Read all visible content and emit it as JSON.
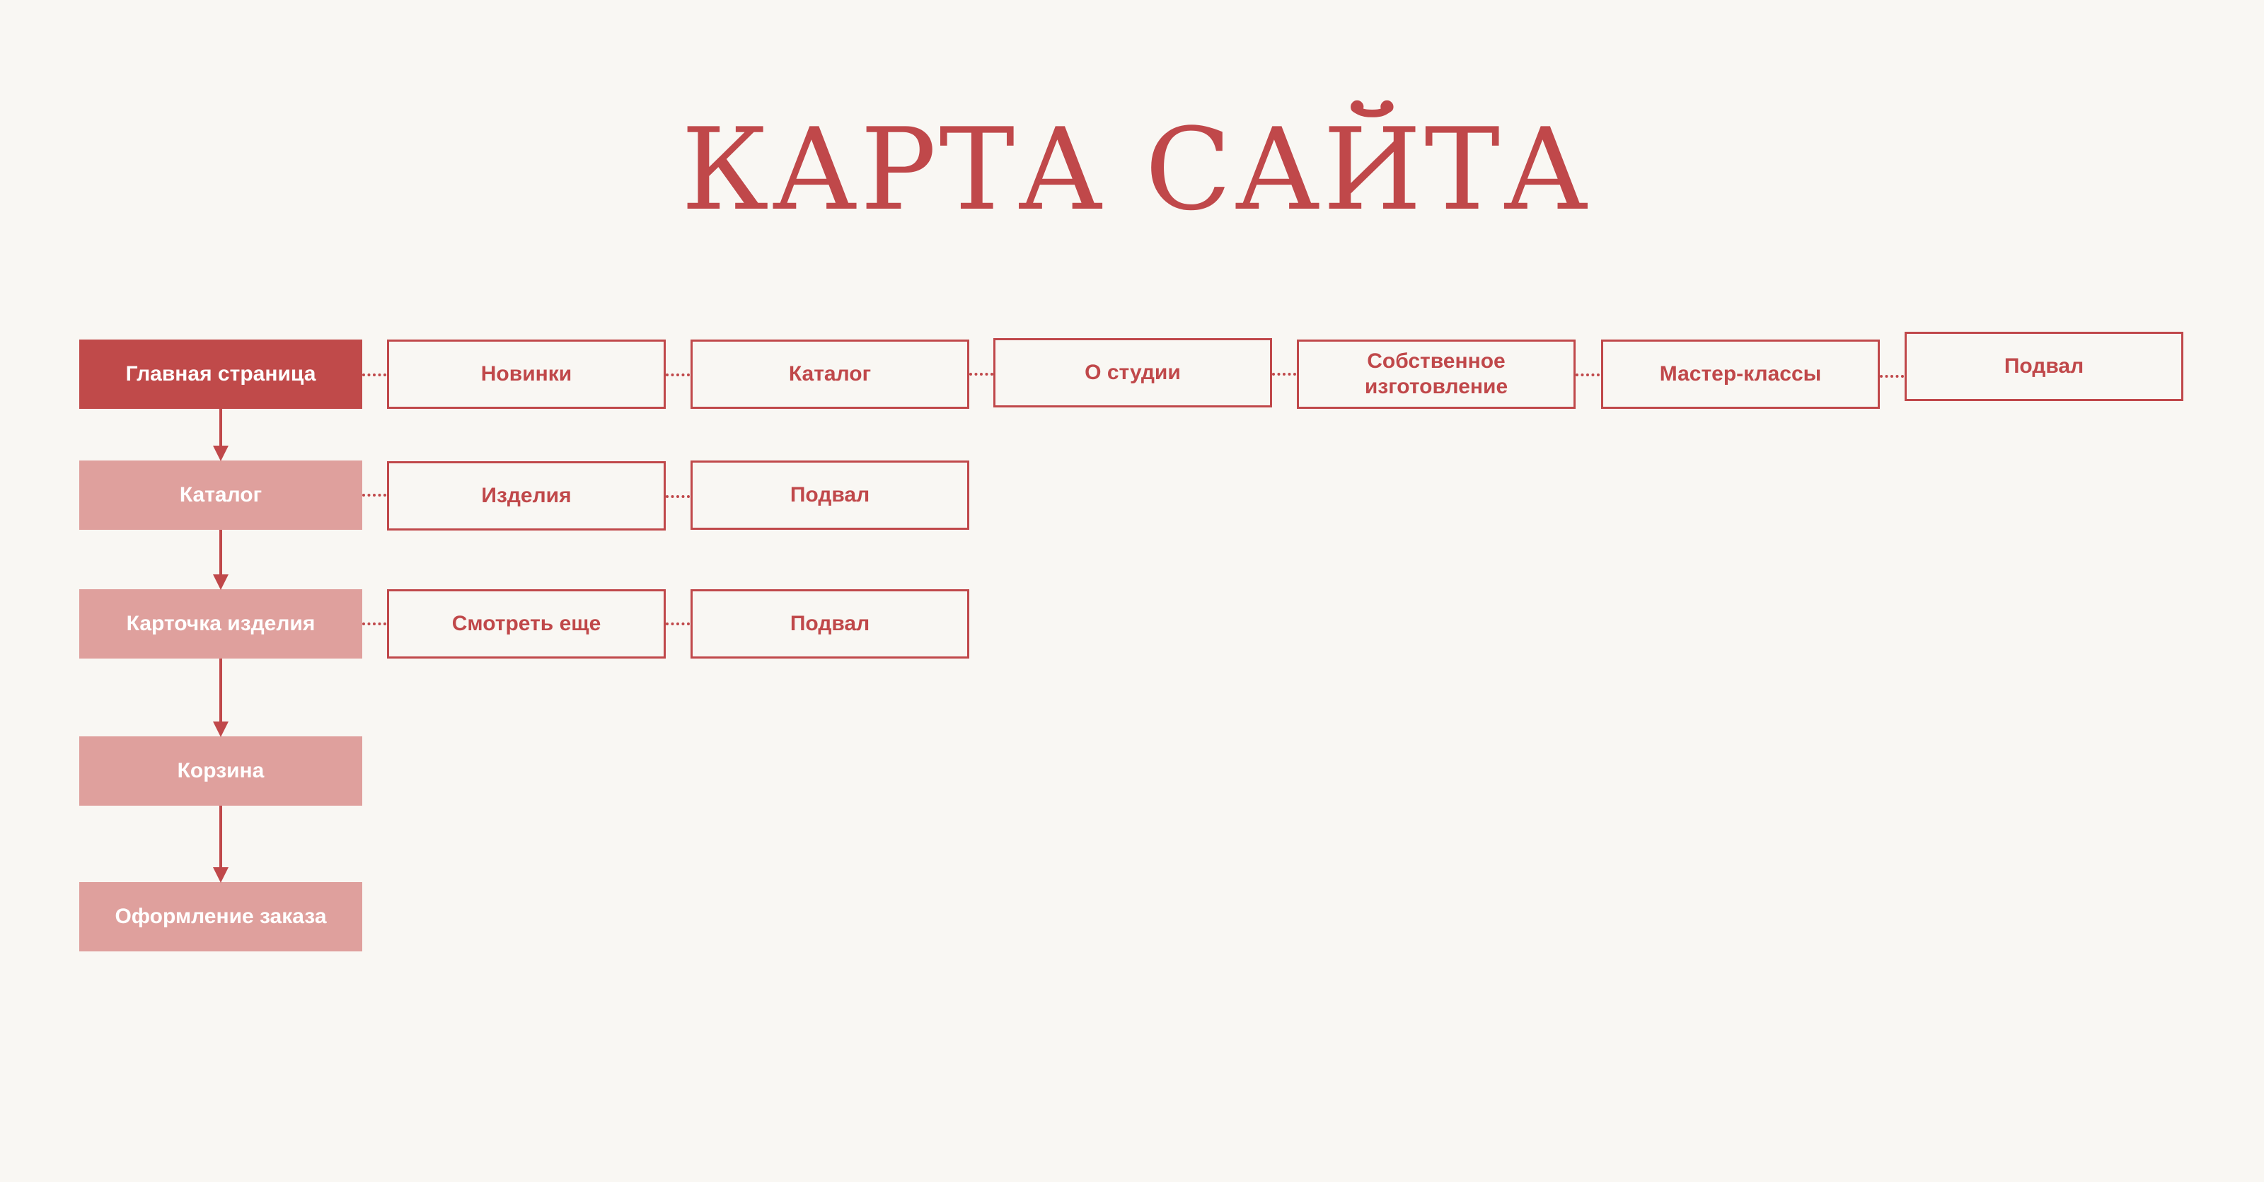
{
  "title": "КАРТА САЙТА",
  "flow": [
    {
      "label": "Главная страница",
      "children": [
        "Новинки",
        "Каталог",
        "О студии",
        "Собственное изготовление",
        "Мастер-классы",
        "Подвал"
      ]
    },
    {
      "label": "Каталог",
      "children": [
        "Изделия",
        "Подвал"
      ]
    },
    {
      "label": "Карточка изделия",
      "children": [
        "Смотреть еще",
        "Подвал"
      ]
    },
    {
      "label": "Корзина",
      "children": []
    },
    {
      "label": "Оформление заказа",
      "children": []
    }
  ],
  "colors": {
    "primary": "#c04a4a",
    "secondary": "#dfa09d",
    "background": "#f9f7f3"
  }
}
